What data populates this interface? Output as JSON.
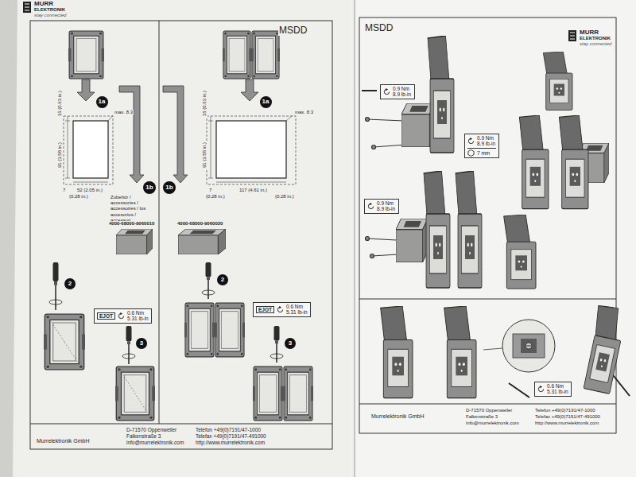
{
  "diagram": {
    "nodes": [
      {
        "text": [
          "1a"
        ]
      },
      {
        "text": [
          "1b"
        ]
      },
      {
        "text": [
          "2"
        ]
      },
      {
        "text": [
          "3"
        ]
      },
      {
        "text": [
          "1a"
        ]
      },
      {
        "text": [
          "1b"
        ]
      },
      {
        "text": [
          "2"
        ]
      },
      {
        "text": [
          "3"
        ]
      },
      {
        "text": [
          "EJOT",
          "0.6 Nm",
          "5.31 lb-in"
        ]
      },
      {
        "text": [
          "EJOT",
          "0.6 Nm",
          "5.31 lb-in"
        ]
      },
      {
        "text": [
          "0.9 Nm",
          "8.9 lb-in"
        ]
      },
      {
        "text": [
          "0.9 Nm",
          "8.9 lb-in",
          "7 mm"
        ]
      },
      {
        "text": [
          "0.9 Nm",
          "8.9 lb-in"
        ]
      },
      {
        "text": [
          "0.6 Nm",
          "5.31 lb-in"
        ]
      }
    ],
    "labels": [
      "MURR",
      "ELEKTRONIK",
      "stay connected",
      "MSDD",
      "16 (0.63 in.)",
      "91 (3.58 in.)",
      "max. 8.3",
      "7",
      "52 (2.05 in.)",
      "(0.28 in.)",
      "Zubehör / accessories / accessoires / los accesorios / accessori",
      "4000-68000-9060010",
      "4000-68000-9060020",
      "16 (0.63 in.)",
      "91 (3.58 in.)",
      "max. 8.3",
      "7",
      "117 (4.61 in.)",
      "(0.28 in.)",
      "(0.28 in.)",
      "Murrelektronik GmbH",
      "D-71570 Oppenweiler",
      "Falkenstraße 3",
      "info@murrelektronik.com",
      "Telefon +49(0)7191/47-1000",
      "Telefax +49(0)7191/47-491000",
      "http://www.murrelektronik.com",
      "MSDD",
      "MURR",
      "ELEKTRONIK",
      "stay connected",
      "Murrelektronik GmbH",
      "D-71570 Oppenweiler",
      "Falkenstraße 3",
      "info@murrelektronik.com",
      "Telefon +49(0)7191/47-1000",
      "Telefax +49(0)7191/47-491000",
      "http://www.murrelektronik.com"
    ]
  }
}
